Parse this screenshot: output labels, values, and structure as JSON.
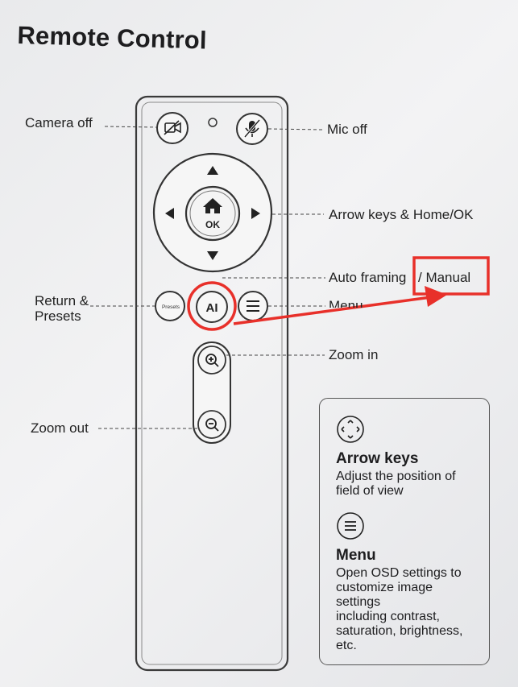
{
  "title": "Remote Control",
  "labels": {
    "camera_off": "Camera off",
    "mic_off": "Mic off",
    "arrow_keys_home_ok": "Arrow keys & Home/OK",
    "auto_framing": "Auto framing",
    "manual": "/ Manual",
    "return_presets_line1": "Return &",
    "return_presets_line2": "Presets",
    "menu": "Menu",
    "zoom_in": "Zoom in",
    "zoom_out": "Zoom out"
  },
  "remote": {
    "ok_label": "OK",
    "ai_label": "AI",
    "return_label": "Presets"
  },
  "info_box": {
    "arrow_title": "Arrow keys",
    "arrow_lines": [
      "Adjust the position of",
      "field of view"
    ],
    "menu_title": "Menu",
    "menu_lines": [
      "Open OSD settings to",
      "customize image",
      "settings",
      "including contrast,",
      "saturation, brightness,",
      "etc."
    ]
  },
  "colors": {
    "highlight": "#e8302a",
    "ink": "#2a2a2a"
  },
  "icons": {
    "camera_off": "camera-off-icon",
    "mic_off": "mic-off-icon",
    "home": "home-icon",
    "zoom_in": "zoom-in-icon",
    "zoom_out": "zoom-out-icon",
    "menu": "menu-icon",
    "arrow_keys": "arrow-keys-icon"
  }
}
